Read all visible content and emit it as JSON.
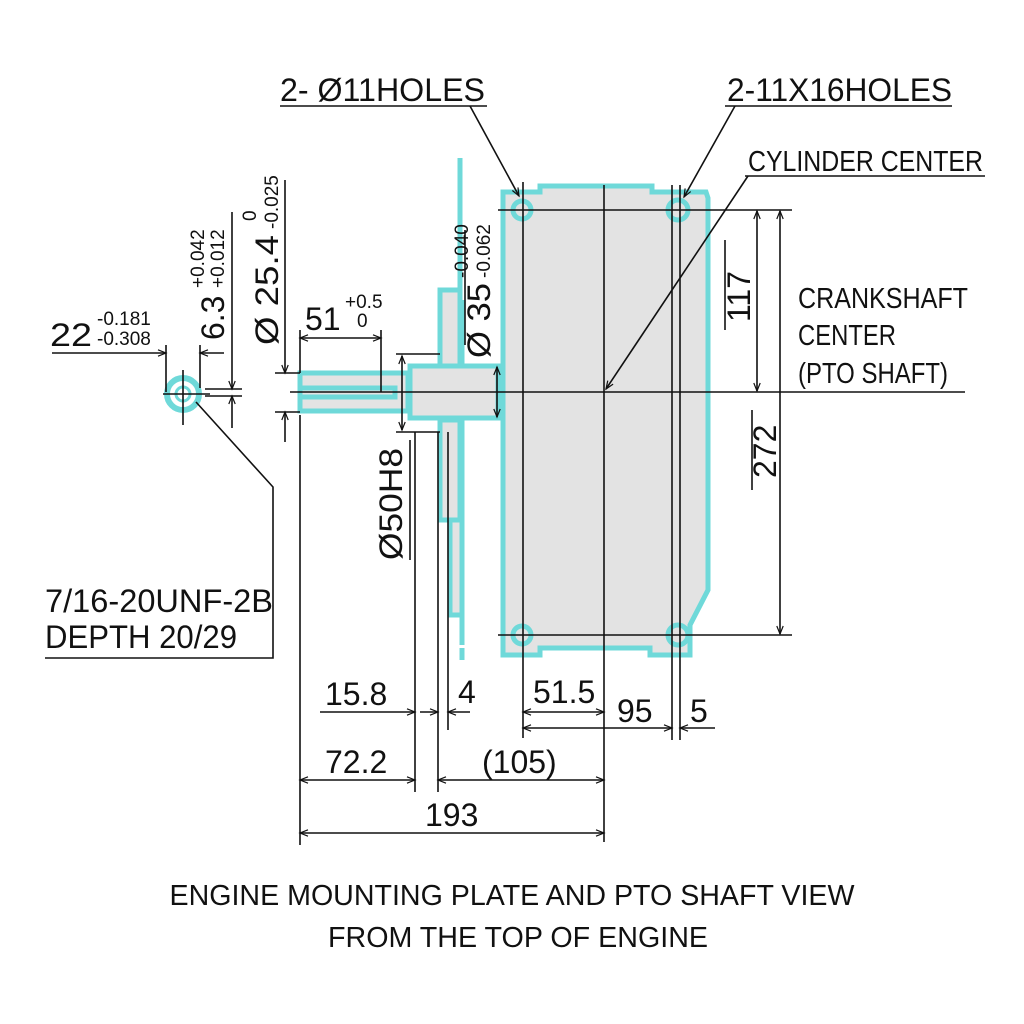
{
  "labels": {
    "holes_round": "2- Ø11HOLES",
    "holes_slot": "2-11X16HOLES",
    "cylinder_center": "CYLINDER CENTER",
    "crankshaft_line1": "CRANKSHAFT",
    "crankshaft_line2": "CENTER",
    "crankshaft_line3": "(PTO SHAFT)",
    "thread_line1": "7/16-20UNF-2B",
    "thread_line2": "DEPTH 20/29"
  },
  "dimensions": {
    "d22": {
      "value": "22",
      "tol_upper": "-0.181",
      "tol_lower": "-0.308"
    },
    "d6_3": {
      "value": "6.3",
      "tol_upper": "+0.042",
      "tol_lower": "+0.012"
    },
    "d25_4": {
      "value": "Ø 25.4",
      "tol_upper": "0",
      "tol_lower": "-0.025"
    },
    "d51": {
      "value": "51",
      "tol_upper": "+0.5",
      "tol_lower": "0"
    },
    "d35": {
      "value": "Ø 35",
      "tol_upper": "-0.040",
      "tol_lower": "-0.062"
    },
    "d50h8": "Ø50H8",
    "d117": "117",
    "d272": "272",
    "d15_8": "15.8",
    "d4": "4",
    "d51_5": "51.5",
    "d95": "95",
    "d5": "5",
    "d72_2": "72.2",
    "d105": "(105)",
    "d193": "193"
  },
  "caption": {
    "line1": "ENGINE MOUNTING PLATE AND PTO SHAFT VIEW",
    "line2": "FROM THE TOP OF ENGINE"
  },
  "colors": {
    "outline": "#6fd9d9",
    "fill": "#e3e3e3",
    "lines": "#111111"
  }
}
